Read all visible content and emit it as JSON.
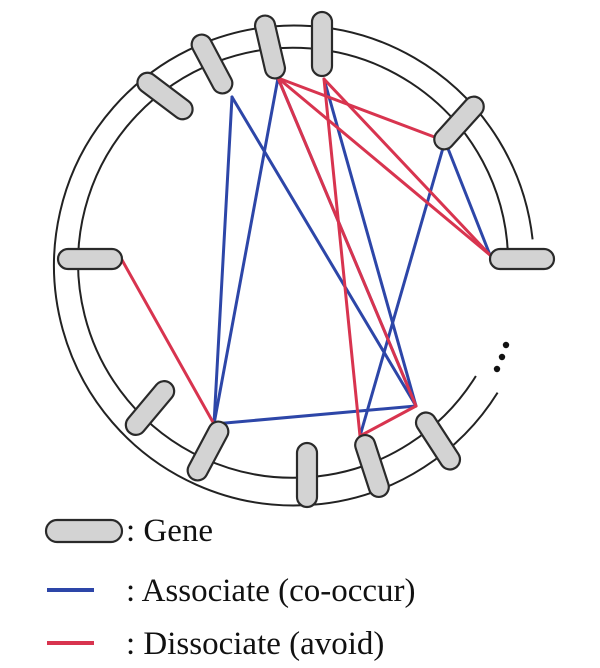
{
  "colors": {
    "associate": "#2d46a8",
    "dissociate": "#d8344f",
    "gene_fill": "#d3d3d3",
    "gene_stroke": "#2a2a2a"
  },
  "legend": {
    "gene": ": Gene",
    "associate": ": Associate (co-occur)",
    "dissociate": ": Dissociate (avoid)"
  },
  "genes": [
    "g1",
    "g2",
    "g3",
    "g4",
    "g5",
    "g6",
    "g7",
    "g8",
    "g9",
    "g10",
    "g11",
    "g12"
  ],
  "edges": [
    {
      "type": "associate",
      "from": "g3",
      "to": "g11"
    },
    {
      "type": "associate",
      "from": "g3",
      "to": "g9"
    },
    {
      "type": "associate",
      "from": "g4",
      "to": "g11"
    },
    {
      "type": "associate",
      "from": "g5",
      "to": "g11"
    },
    {
      "type": "associate",
      "from": "g4",
      "to": "g9"
    },
    {
      "type": "associate",
      "from": "g6",
      "to": "g10"
    },
    {
      "type": "associate",
      "from": "g9",
      "to": "g11"
    },
    {
      "type": "associate",
      "from": "g6",
      "to": "g7"
    },
    {
      "type": "dissociate",
      "from": "g4",
      "to": "g11"
    },
    {
      "type": "dissociate",
      "from": "g4",
      "to": "g6"
    },
    {
      "type": "dissociate",
      "from": "g4",
      "to": "g7"
    },
    {
      "type": "dissociate",
      "from": "g5",
      "to": "g7"
    },
    {
      "type": "dissociate",
      "from": "g5",
      "to": "g10"
    },
    {
      "type": "dissociate",
      "from": "g10",
      "to": "g11"
    },
    {
      "type": "dissociate",
      "from": "g1",
      "to": "g9"
    }
  ]
}
